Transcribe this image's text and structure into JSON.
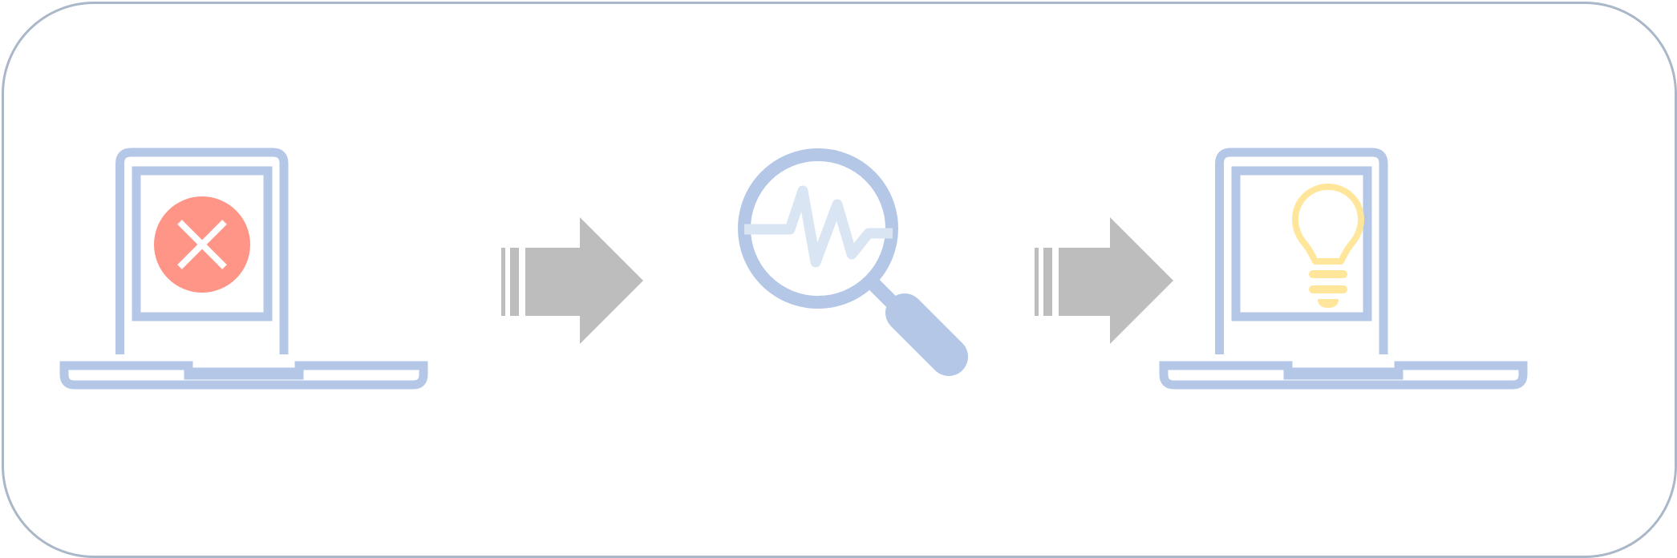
{
  "diagram": {
    "steps": [
      {
        "name": "laptop-error",
        "icon": "x-circle-icon"
      },
      {
        "name": "inspect",
        "icon": "magnifier-waveform-icon"
      },
      {
        "name": "laptop-idea",
        "icon": "lightbulb-icon"
      }
    ],
    "connectors": [
      "arrow-right-icon",
      "arrow-right-icon"
    ]
  },
  "colors": {
    "frame_border": "#aab7c8",
    "laptop_outline": "#b4c7e7",
    "error_circle": "#ff9586",
    "error_cross": "#ffffff",
    "arrow": "#bdbdbd",
    "magnifier": "#b4c7e7",
    "waveform": "#dae5f3",
    "bulb": "#ffe69b"
  }
}
